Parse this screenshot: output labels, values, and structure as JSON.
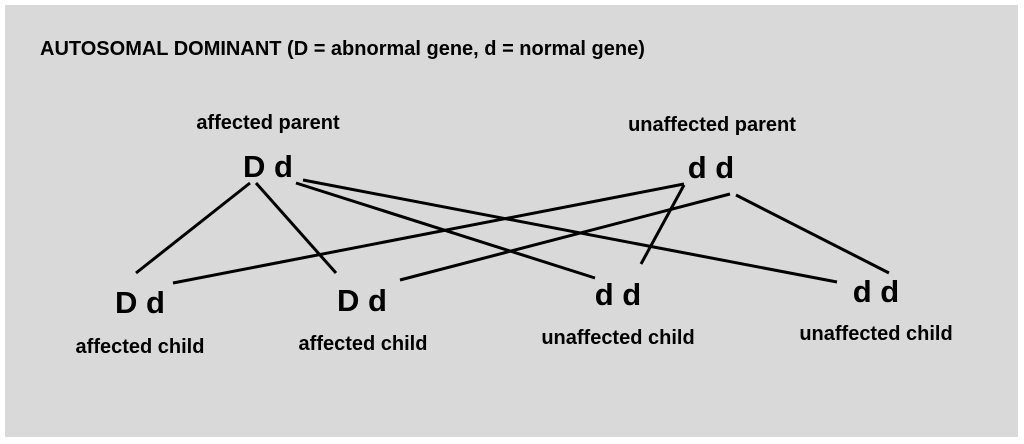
{
  "title": "AUTOSOMAL DOMINANT (D = abnormal gene, d = normal gene)",
  "parents": [
    {
      "label": "affected parent",
      "genotype": "D d"
    },
    {
      "label": "unaffected parent",
      "genotype": "d d"
    }
  ],
  "children": [
    {
      "label": "affected child",
      "genotype": "D d"
    },
    {
      "label": "affected child",
      "genotype": "D d"
    },
    {
      "label": "unaffected child",
      "genotype": "d d"
    },
    {
      "label": "unaffected child",
      "genotype": "d d"
    }
  ],
  "colors": {
    "background": "#d9d9d9",
    "ink": "#000000"
  }
}
